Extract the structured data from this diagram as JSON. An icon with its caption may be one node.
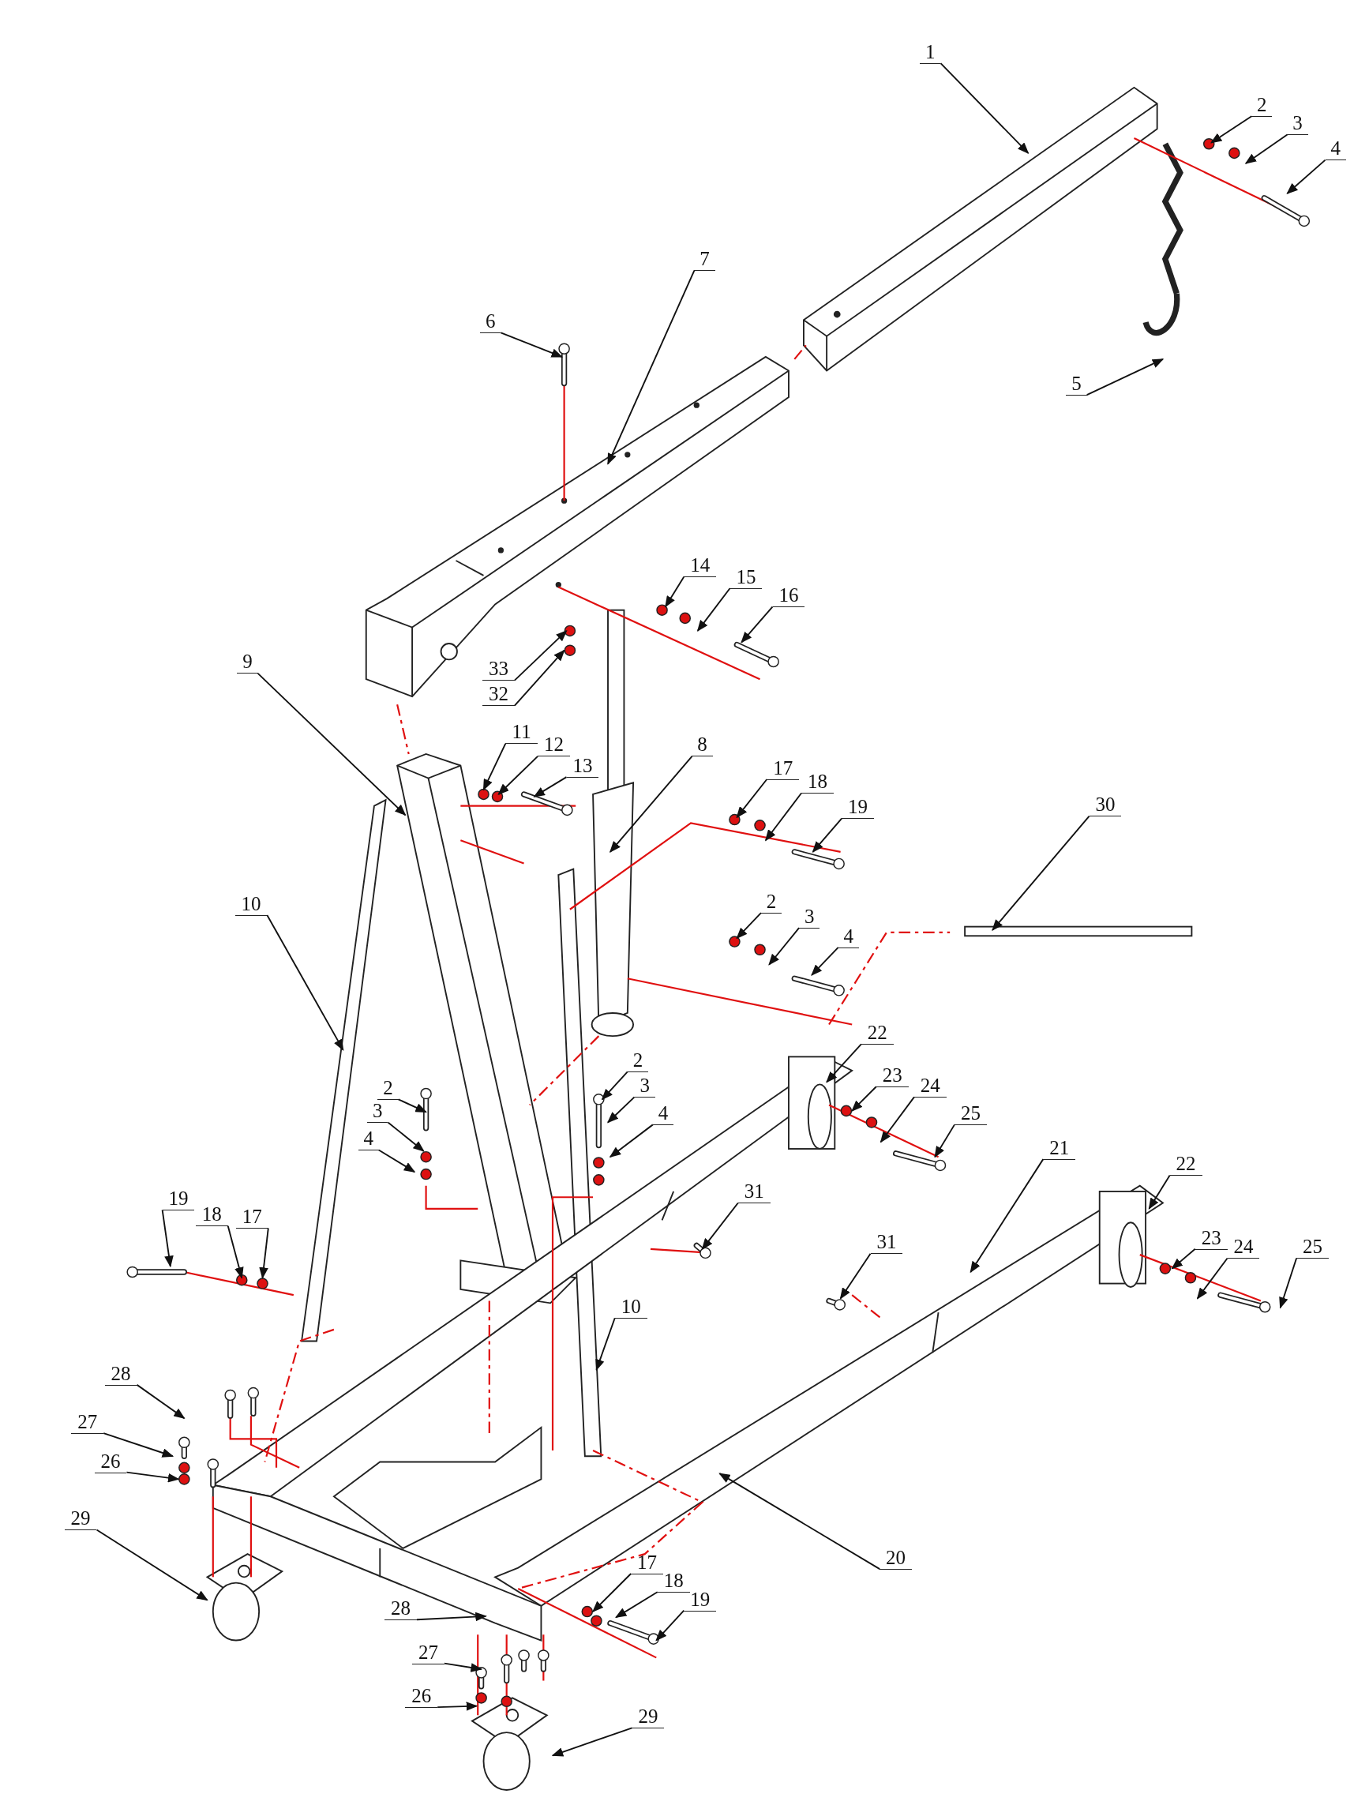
{
  "diagram": {
    "nodes": [
      {
        "text": [
          "1"
        ]
      },
      {
        "text": [
          "2"
        ]
      },
      {
        "text": [
          "3"
        ]
      },
      {
        "text": [
          "4"
        ]
      },
      {
        "text": [
          "7"
        ]
      },
      {
        "text": [
          "6"
        ]
      },
      {
        "text": [
          "5"
        ]
      },
      {
        "text": [
          "14"
        ]
      },
      {
        "text": [
          "15"
        ]
      },
      {
        "text": [
          "16"
        ]
      },
      {
        "text": [
          "33"
        ]
      },
      {
        "text": [
          "32"
        ]
      },
      {
        "text": [
          "9"
        ]
      },
      {
        "text": [
          "11"
        ]
      },
      {
        "text": [
          "12"
        ]
      },
      {
        "text": [
          "13"
        ]
      },
      {
        "text": [
          "8"
        ]
      },
      {
        "text": [
          "17"
        ]
      },
      {
        "text": [
          "18"
        ]
      },
      {
        "text": [
          "19"
        ]
      },
      {
        "text": [
          "30"
        ]
      },
      {
        "text": [
          "10"
        ]
      },
      {
        "text": [
          "2"
        ]
      },
      {
        "text": [
          "3"
        ]
      },
      {
        "text": [
          "4"
        ]
      },
      {
        "text": [
          "22"
        ]
      },
      {
        "text": [
          "2"
        ]
      },
      {
        "text": [
          "3"
        ]
      },
      {
        "text": [
          "4"
        ]
      },
      {
        "text": [
          "23"
        ]
      },
      {
        "text": [
          "24"
        ]
      },
      {
        "text": [
          "25"
        ]
      },
      {
        "text": [
          "21"
        ]
      },
      {
        "text": [
          "2"
        ]
      },
      {
        "text": [
          "3"
        ]
      },
      {
        "text": [
          "4"
        ]
      },
      {
        "text": [
          "22"
        ]
      },
      {
        "text": [
          "31"
        ]
      },
      {
        "text": [
          "19"
        ]
      },
      {
        "text": [
          "18"
        ]
      },
      {
        "text": [
          "17"
        ]
      },
      {
        "text": [
          "31"
        ]
      },
      {
        "text": [
          "23"
        ]
      },
      {
        "text": [
          "24"
        ]
      },
      {
        "text": [
          "25"
        ]
      },
      {
        "text": [
          "10"
        ]
      },
      {
        "text": [
          "28"
        ]
      },
      {
        "text": [
          "27"
        ]
      },
      {
        "text": [
          "26"
        ]
      },
      {
        "text": [
          "29"
        ]
      },
      {
        "text": [
          "20"
        ]
      },
      {
        "text": [
          "17"
        ]
      },
      {
        "text": [
          "18"
        ]
      },
      {
        "text": [
          "19"
        ]
      },
      {
        "text": [
          "28"
        ]
      },
      {
        "text": [
          "27"
        ]
      },
      {
        "text": [
          "26"
        ]
      },
      {
        "text": [
          "29"
        ]
      }
    ],
    "edges": [
      {
        "from": 0,
        "to": null,
        "arrow": "to"
      },
      {
        "from": 1,
        "to": null,
        "arrow": "to"
      },
      {
        "from": 2,
        "to": null,
        "arrow": "to"
      },
      {
        "from": 3,
        "to": null,
        "arrow": "to"
      },
      {
        "from": 4,
        "to": null,
        "arrow": "to"
      },
      {
        "from": 5,
        "to": null,
        "arrow": "to"
      },
      {
        "from": 6,
        "to": null,
        "arrow": "to"
      },
      {
        "from": 7,
        "to": null,
        "arrow": "to"
      },
      {
        "from": 8,
        "to": null,
        "arrow": "to"
      },
      {
        "from": 9,
        "to": null,
        "arrow": "to"
      },
      {
        "from": 10,
        "to": null,
        "arrow": "to"
      },
      {
        "from": 11,
        "to": null,
        "arrow": "to"
      },
      {
        "from": 12,
        "to": null,
        "arrow": "to"
      },
      {
        "from": 13,
        "to": null,
        "arrow": "to"
      },
      {
        "from": 14,
        "to": null,
        "arrow": "to"
      },
      {
        "from": 15,
        "to": null,
        "arrow": "to"
      },
      {
        "from": 16,
        "to": null,
        "arrow": "to"
      },
      {
        "from": 17,
        "to": null,
        "arrow": "to"
      },
      {
        "from": 18,
        "to": null,
        "arrow": "to"
      },
      {
        "from": 19,
        "to": null,
        "arrow": "to"
      },
      {
        "from": 20,
        "to": null,
        "arrow": "to"
      },
      {
        "from": 21,
        "to": null,
        "arrow": "to"
      },
      {
        "from": 22,
        "to": null,
        "arrow": "to"
      },
      {
        "from": 23,
        "to": null,
        "arrow": "to"
      },
      {
        "from": 24,
        "to": null,
        "arrow": "to"
      },
      {
        "from": 25,
        "to": null,
        "arrow": "to"
      },
      {
        "from": 26,
        "to": null,
        "arrow": "to"
      },
      {
        "from": 27,
        "to": null,
        "arrow": "to"
      },
      {
        "from": 28,
        "to": null,
        "arrow": "to"
      },
      {
        "from": 29,
        "to": null,
        "arrow": "to"
      },
      {
        "from": 30,
        "to": null,
        "arrow": "to"
      },
      {
        "from": 31,
        "to": null,
        "arrow": "to"
      },
      {
        "from": 32,
        "to": null,
        "arrow": "to"
      },
      {
        "from": 33,
        "to": null,
        "arrow": "to"
      },
      {
        "from": 34,
        "to": null,
        "arrow": "to"
      },
      {
        "from": 35,
        "to": null,
        "arrow": "to"
      },
      {
        "from": 36,
        "to": null,
        "arrow": "to"
      },
      {
        "from": 37,
        "to": null,
        "arrow": "to"
      },
      {
        "from": 38,
        "to": null,
        "arrow": "to"
      },
      {
        "from": 39,
        "to": null,
        "arrow": "to"
      },
      {
        "from": 40,
        "to": null,
        "arrow": "to"
      },
      {
        "from": 41,
        "to": null,
        "arrow": "to"
      },
      {
        "from": 42,
        "to": null,
        "arrow": "to"
      },
      {
        "from": 43,
        "to": null,
        "arrow": "to"
      },
      {
        "from": 44,
        "to": null,
        "arrow": "to"
      },
      {
        "from": 45,
        "to": null,
        "arrow": "to"
      },
      {
        "from": 46,
        "to": null,
        "arrow": "to"
      },
      {
        "from": 47,
        "to": null,
        "arrow": "to"
      },
      {
        "from": 48,
        "to": null,
        "arrow": "to"
      },
      {
        "from": 49,
        "to": null,
        "arrow": "to"
      },
      {
        "from": 50,
        "to": null,
        "arrow": "to"
      },
      {
        "from": 51,
        "to": null,
        "arrow": "to"
      },
      {
        "from": 52,
        "to": null,
        "arrow": "to"
      },
      {
        "from": 53,
        "to": null,
        "arrow": "to"
      },
      {
        "from": 54,
        "to": null,
        "arrow": "to"
      },
      {
        "from": 55,
        "to": null,
        "arrow": "to"
      },
      {
        "from": 56,
        "to": null,
        "arrow": "to"
      },
      {
        "from": 57,
        "to": null,
        "arrow": "to"
      }
    ]
  }
}
